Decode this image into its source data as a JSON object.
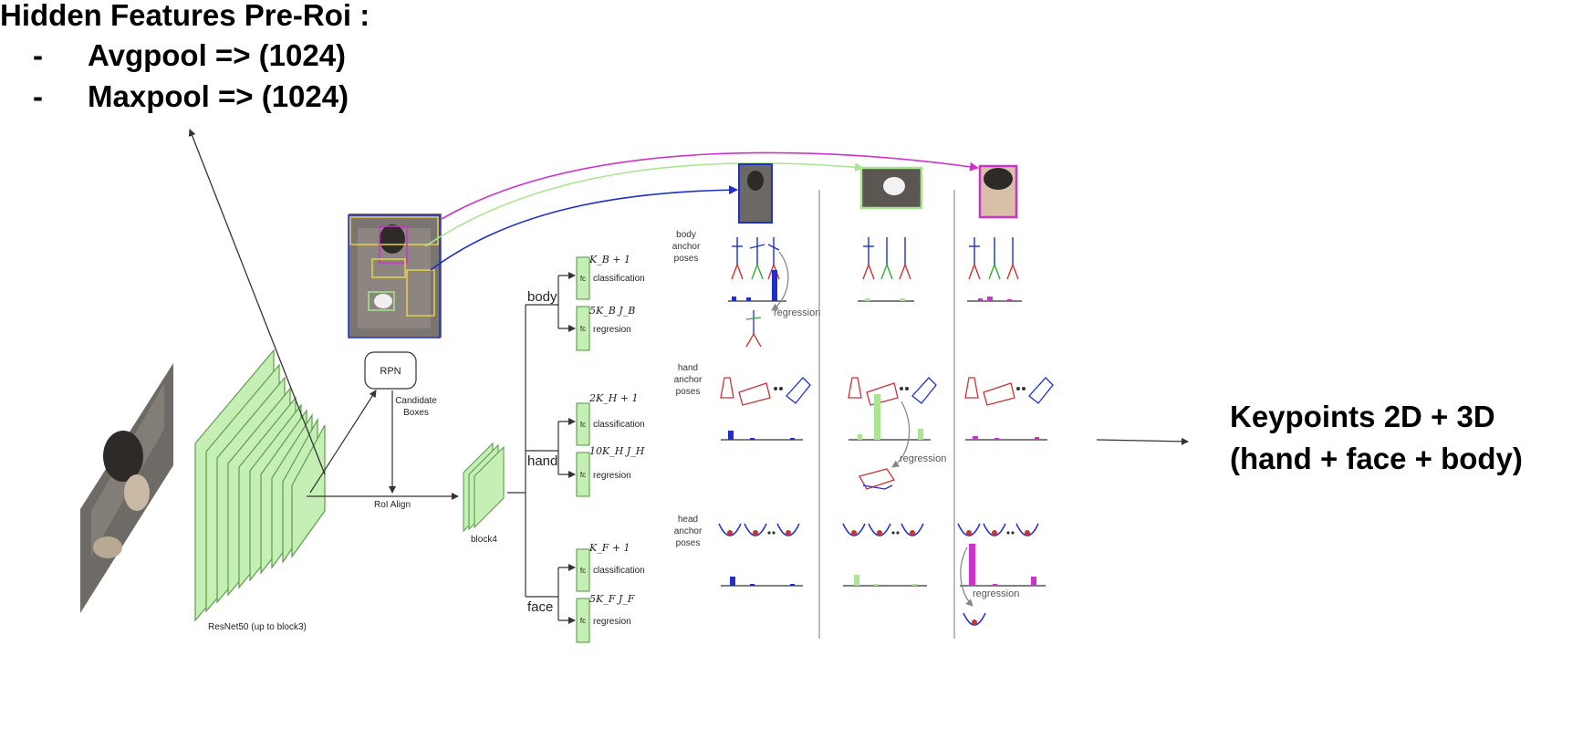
{
  "header": {
    "title": "Hidden Features Pre-Roi :",
    "bullets": [
      {
        "marker": "-",
        "text": "Avgpool => (1024)"
      },
      {
        "marker": "-",
        "text": "Maxpool => (1024)"
      }
    ]
  },
  "output": {
    "line1": "Keypoints 2D + 3D",
    "line2": "(hand + face + body)"
  },
  "diagram": {
    "backbone_label": "ResNet50 (up to block3)",
    "rpn_label": "RPN",
    "candidate_label_1": "Candidate",
    "candidate_label_2": "Boxes",
    "roialign_label": "RoI Align",
    "block4_label": "block4",
    "branches": {
      "body": "body",
      "hand": "hand",
      "face": "face"
    },
    "fc_label": "fc",
    "heads": {
      "classification": "classification",
      "regression": "regresion"
    },
    "formulas": {
      "body_cls": "K_B + 1",
      "body_reg": "5K_B J_B",
      "hand_cls": "2K_H + 1",
      "hand_reg": "10K_H J_H",
      "face_cls": "K_F + 1",
      "face_reg": "5K_F J_F"
    },
    "anchor_labels": {
      "body": [
        "body",
        "anchor",
        "poses"
      ],
      "hand": [
        "hand",
        "anchor",
        "poses"
      ],
      "head": [
        "head",
        "anchor",
        "poses"
      ]
    },
    "regression_label": "regression",
    "colors": {
      "feature": "#c6efb5",
      "feature_stroke": "#5b9e4a",
      "blue": "#1f2fcc",
      "green": "#a9e68f",
      "magenta": "#cc33cc"
    }
  }
}
